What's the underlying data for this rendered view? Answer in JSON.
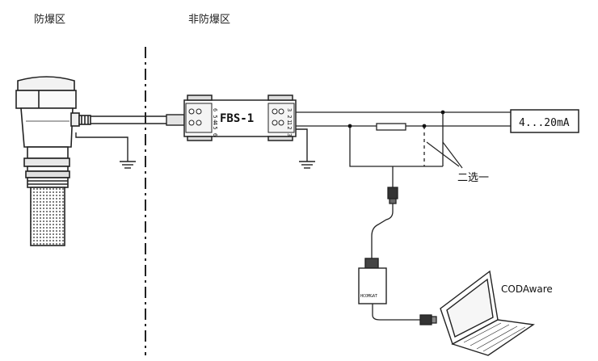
{
  "zones": {
    "hazardous": "防爆区",
    "safe": "非防爆区"
  },
  "barrier": {
    "name": "FBS-1",
    "left_terminals_top": "6 5 4",
    "left_terminals_bottom": "4 5 6",
    "right_terminals_top": "3 2 1",
    "right_terminals_bottom": "1 2 3"
  },
  "output": {
    "label": "4...20mA"
  },
  "selector": {
    "label": "二选一"
  },
  "modem": {
    "label": "HCOMGAT"
  },
  "software": {
    "label": "CODAware"
  }
}
